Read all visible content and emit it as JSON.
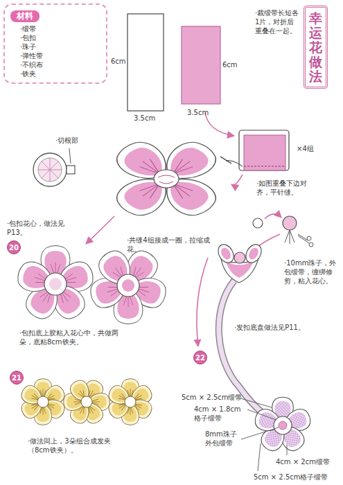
{
  "diagram": {
    "title": "幸运花做法",
    "nodes": [
      {
        "text": [
          "材料",
          "·缎带",
          "·包扣",
          "·珠子",
          "·弹性带",
          "·不织布",
          "·铁夹"
        ]
      },
      {
        "text": [
          "20"
        ]
      },
      {
        "text": [
          "21"
        ]
      },
      {
        "text": [
          "22"
        ]
      }
    ],
    "labels": [
      "·裁缎带长短各1片，对折后重叠在一起。",
      "6cm",
      "3.5cm",
      "6cm",
      "3.5cm",
      "×4组",
      "·如图重叠下边对齐，平针缝。",
      "·切根部",
      "·包扣花心，做法见P13。",
      "·共缝4组接成一圈，拉缩成花。",
      "·10mm珠子，外包缎带，缠绑修剪，粘入花心。",
      "·包扣底上胶粘入花心中，共做两朵，底粘8cm铁夹。",
      "·发扣底盘做法见P11。",
      "5cm × 2.5cm缎带",
      "4cm × 1.8cm格子缎带",
      "8mm珠子外包缎带",
      "·做法同上，3朵组合成发夹（8cm铁夹）。",
      "4cm × 2cm缎带",
      "5cm × 2.5cm格子缎带"
    ]
  }
}
